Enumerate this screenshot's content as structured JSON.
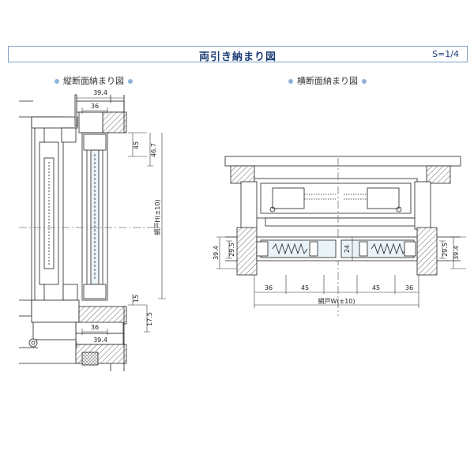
{
  "header": {
    "title": "両引き納まり図",
    "scale": "S=1/4"
  },
  "vertical": {
    "label": "縦断面納まり図",
    "dims": {
      "top_width": "39.4",
      "top_inner": "36",
      "right_upper": "45",
      "right_outer": "46.7",
      "height": "網戸H(±10)",
      "right_lower": "15",
      "right_bottom": "17.5",
      "bottom_inner": "36",
      "bottom_width": "39.4"
    }
  },
  "horizontal": {
    "label": "横断面納まり図",
    "dims": {
      "left_outer": "39.4",
      "left_inner": "29.5",
      "center": "24",
      "right_inner": "29.5",
      "right_outer": "39.4",
      "bottom": [
        "36",
        "45",
        "45",
        "36"
      ],
      "width": "網戸W(±10)"
    }
  }
}
